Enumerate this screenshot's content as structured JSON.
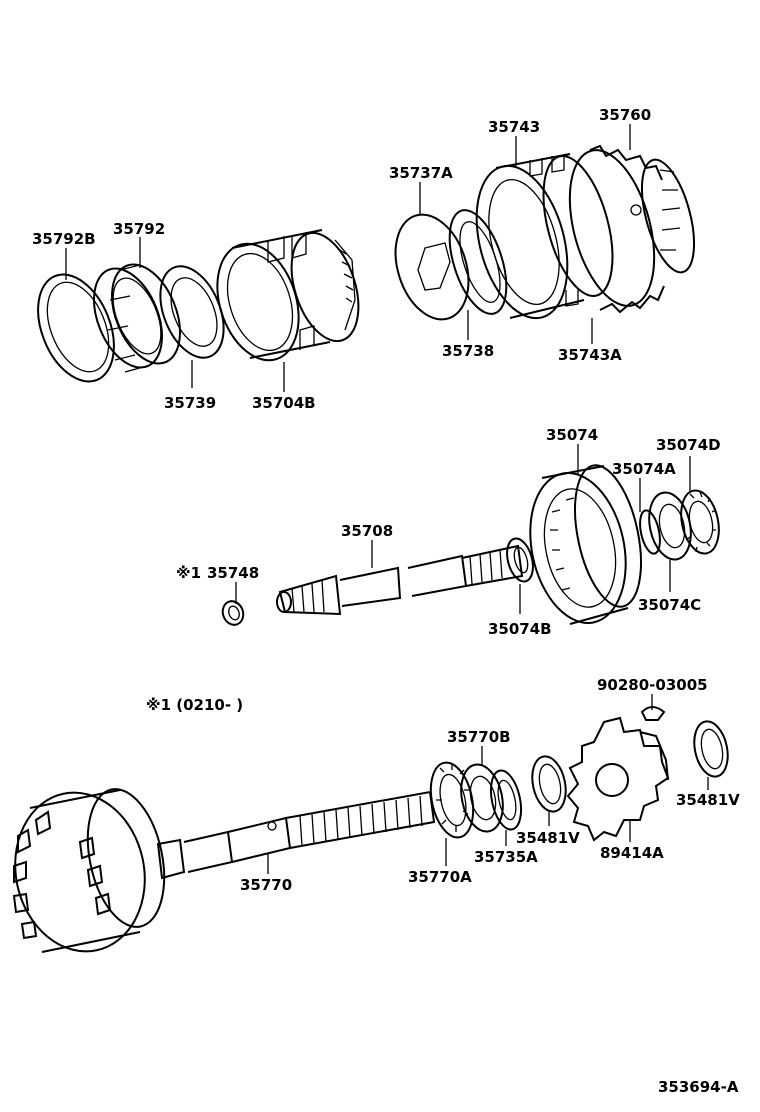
{
  "diagram": {
    "parts": {
      "p35792B": "35792B",
      "p35792": "35792",
      "p35739": "35739",
      "p35704B": "35704B",
      "p35737A": "35737A",
      "p35743": "35743",
      "p35760": "35760",
      "p35738": "35738",
      "p35743A": "35743A",
      "p35074": "35074",
      "p35074D": "35074D",
      "p35074A": "35074A",
      "p35708": "35708",
      "p35748": "35748",
      "p35074B": "35074B",
      "p35074C": "35074C",
      "p90280": "90280-03005",
      "p35770B": "35770B",
      "p35481V_a": "35481V",
      "p35481V_b": "35481V",
      "p35735A": "35735A",
      "p89414A": "89414A",
      "p35770": "35770",
      "p35770A": "35770A"
    },
    "note_mark": "※1",
    "note_text": "※1 (0210-        )",
    "figure_id": "353694-A"
  }
}
